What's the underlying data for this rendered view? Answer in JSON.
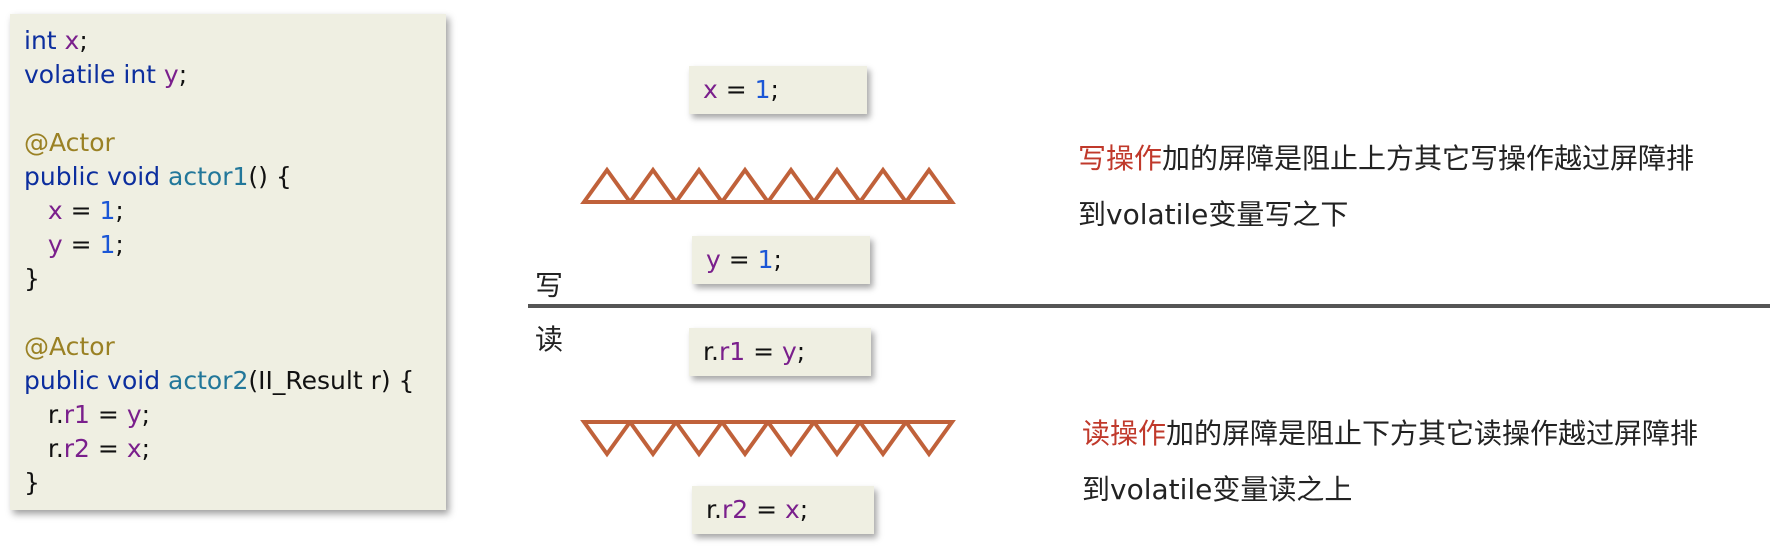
{
  "code": {
    "lines": [
      [
        {
          "t": "int ",
          "c": "kw"
        },
        {
          "t": "x",
          "c": "var"
        },
        {
          "t": ";",
          "c": "pl"
        }
      ],
      [
        {
          "t": "volatile int ",
          "c": "kw"
        },
        {
          "t": "y",
          "c": "var"
        },
        {
          "t": ";",
          "c": "pl"
        }
      ],
      [],
      [
        {
          "t": "@Actor",
          "c": "ann"
        }
      ],
      [
        {
          "t": "public void ",
          "c": "kw"
        },
        {
          "t": "actor1",
          "c": "fn"
        },
        {
          "t": "() {",
          "c": "pl"
        }
      ],
      [
        {
          "t": "   ",
          "c": "pl"
        },
        {
          "t": "x",
          "c": "var"
        },
        {
          "t": " = ",
          "c": "pl"
        },
        {
          "t": "1",
          "c": "num"
        },
        {
          "t": ";",
          "c": "pl"
        }
      ],
      [
        {
          "t": "   ",
          "c": "pl"
        },
        {
          "t": "y",
          "c": "var"
        },
        {
          "t": " = ",
          "c": "pl"
        },
        {
          "t": "1",
          "c": "num"
        },
        {
          "t": ";",
          "c": "pl"
        }
      ],
      [
        {
          "t": "}",
          "c": "pl"
        }
      ],
      [],
      [
        {
          "t": "@Actor",
          "c": "ann"
        }
      ],
      [
        {
          "t": "public void ",
          "c": "kw"
        },
        {
          "t": "actor2",
          "c": "fn"
        },
        {
          "t": "(II_Result r) {",
          "c": "pl"
        }
      ],
      [
        {
          "t": "   r.",
          "c": "pl"
        },
        {
          "t": "r1",
          "c": "var"
        },
        {
          "t": " = ",
          "c": "pl"
        },
        {
          "t": "y",
          "c": "var"
        },
        {
          "t": ";",
          "c": "pl"
        }
      ],
      [
        {
          "t": "   r.",
          "c": "pl"
        },
        {
          "t": "r2",
          "c": "var"
        },
        {
          "t": " = ",
          "c": "pl"
        },
        {
          "t": "x",
          "c": "var"
        },
        {
          "t": ";",
          "c": "pl"
        }
      ],
      [
        {
          "t": "}",
          "c": "pl"
        }
      ]
    ]
  },
  "statements": [
    {
      "id": "x-assign",
      "parts": [
        {
          "t": "x",
          "c": "var"
        },
        {
          "t": " = ",
          "c": "pl"
        },
        {
          "t": "1",
          "c": "num"
        },
        {
          "t": ";",
          "c": "pl"
        }
      ]
    },
    {
      "id": "y-assign",
      "parts": [
        {
          "t": "y",
          "c": "var"
        },
        {
          "t": " = ",
          "c": "pl"
        },
        {
          "t": "1",
          "c": "num"
        },
        {
          "t": ";",
          "c": "pl"
        }
      ]
    },
    {
      "id": "r1-read",
      "parts": [
        {
          "t": "r.",
          "c": "pl"
        },
        {
          "t": "r1",
          "c": "var"
        },
        {
          "t": " = ",
          "c": "pl"
        },
        {
          "t": "y",
          "c": "var"
        },
        {
          "t": ";",
          "c": "pl"
        }
      ]
    },
    {
      "id": "r2-read",
      "parts": [
        {
          "t": "r.",
          "c": "pl"
        },
        {
          "t": "r2",
          "c": "var"
        },
        {
          "t": " = ",
          "c": "pl"
        },
        {
          "t": "x",
          "c": "var"
        },
        {
          "t": ";",
          "c": "pl"
        }
      ]
    }
  ],
  "labels": {
    "write": "写",
    "read": "读"
  },
  "notes": {
    "write": {
      "highlight": "写操作",
      "line1_rest": "加的屏障是阻止上方其它写操作越过屏障排",
      "line2": "到volatile变量写之下"
    },
    "read": {
      "highlight": "读操作",
      "line1_rest": "加的屏障是阻止下方其它读操作越过屏障排",
      "line2": "到volatile变量读之上"
    }
  },
  "colors": {
    "barrier": "#c0613a",
    "highlight": "#c0392b",
    "panel_bg": "#efefe2"
  }
}
